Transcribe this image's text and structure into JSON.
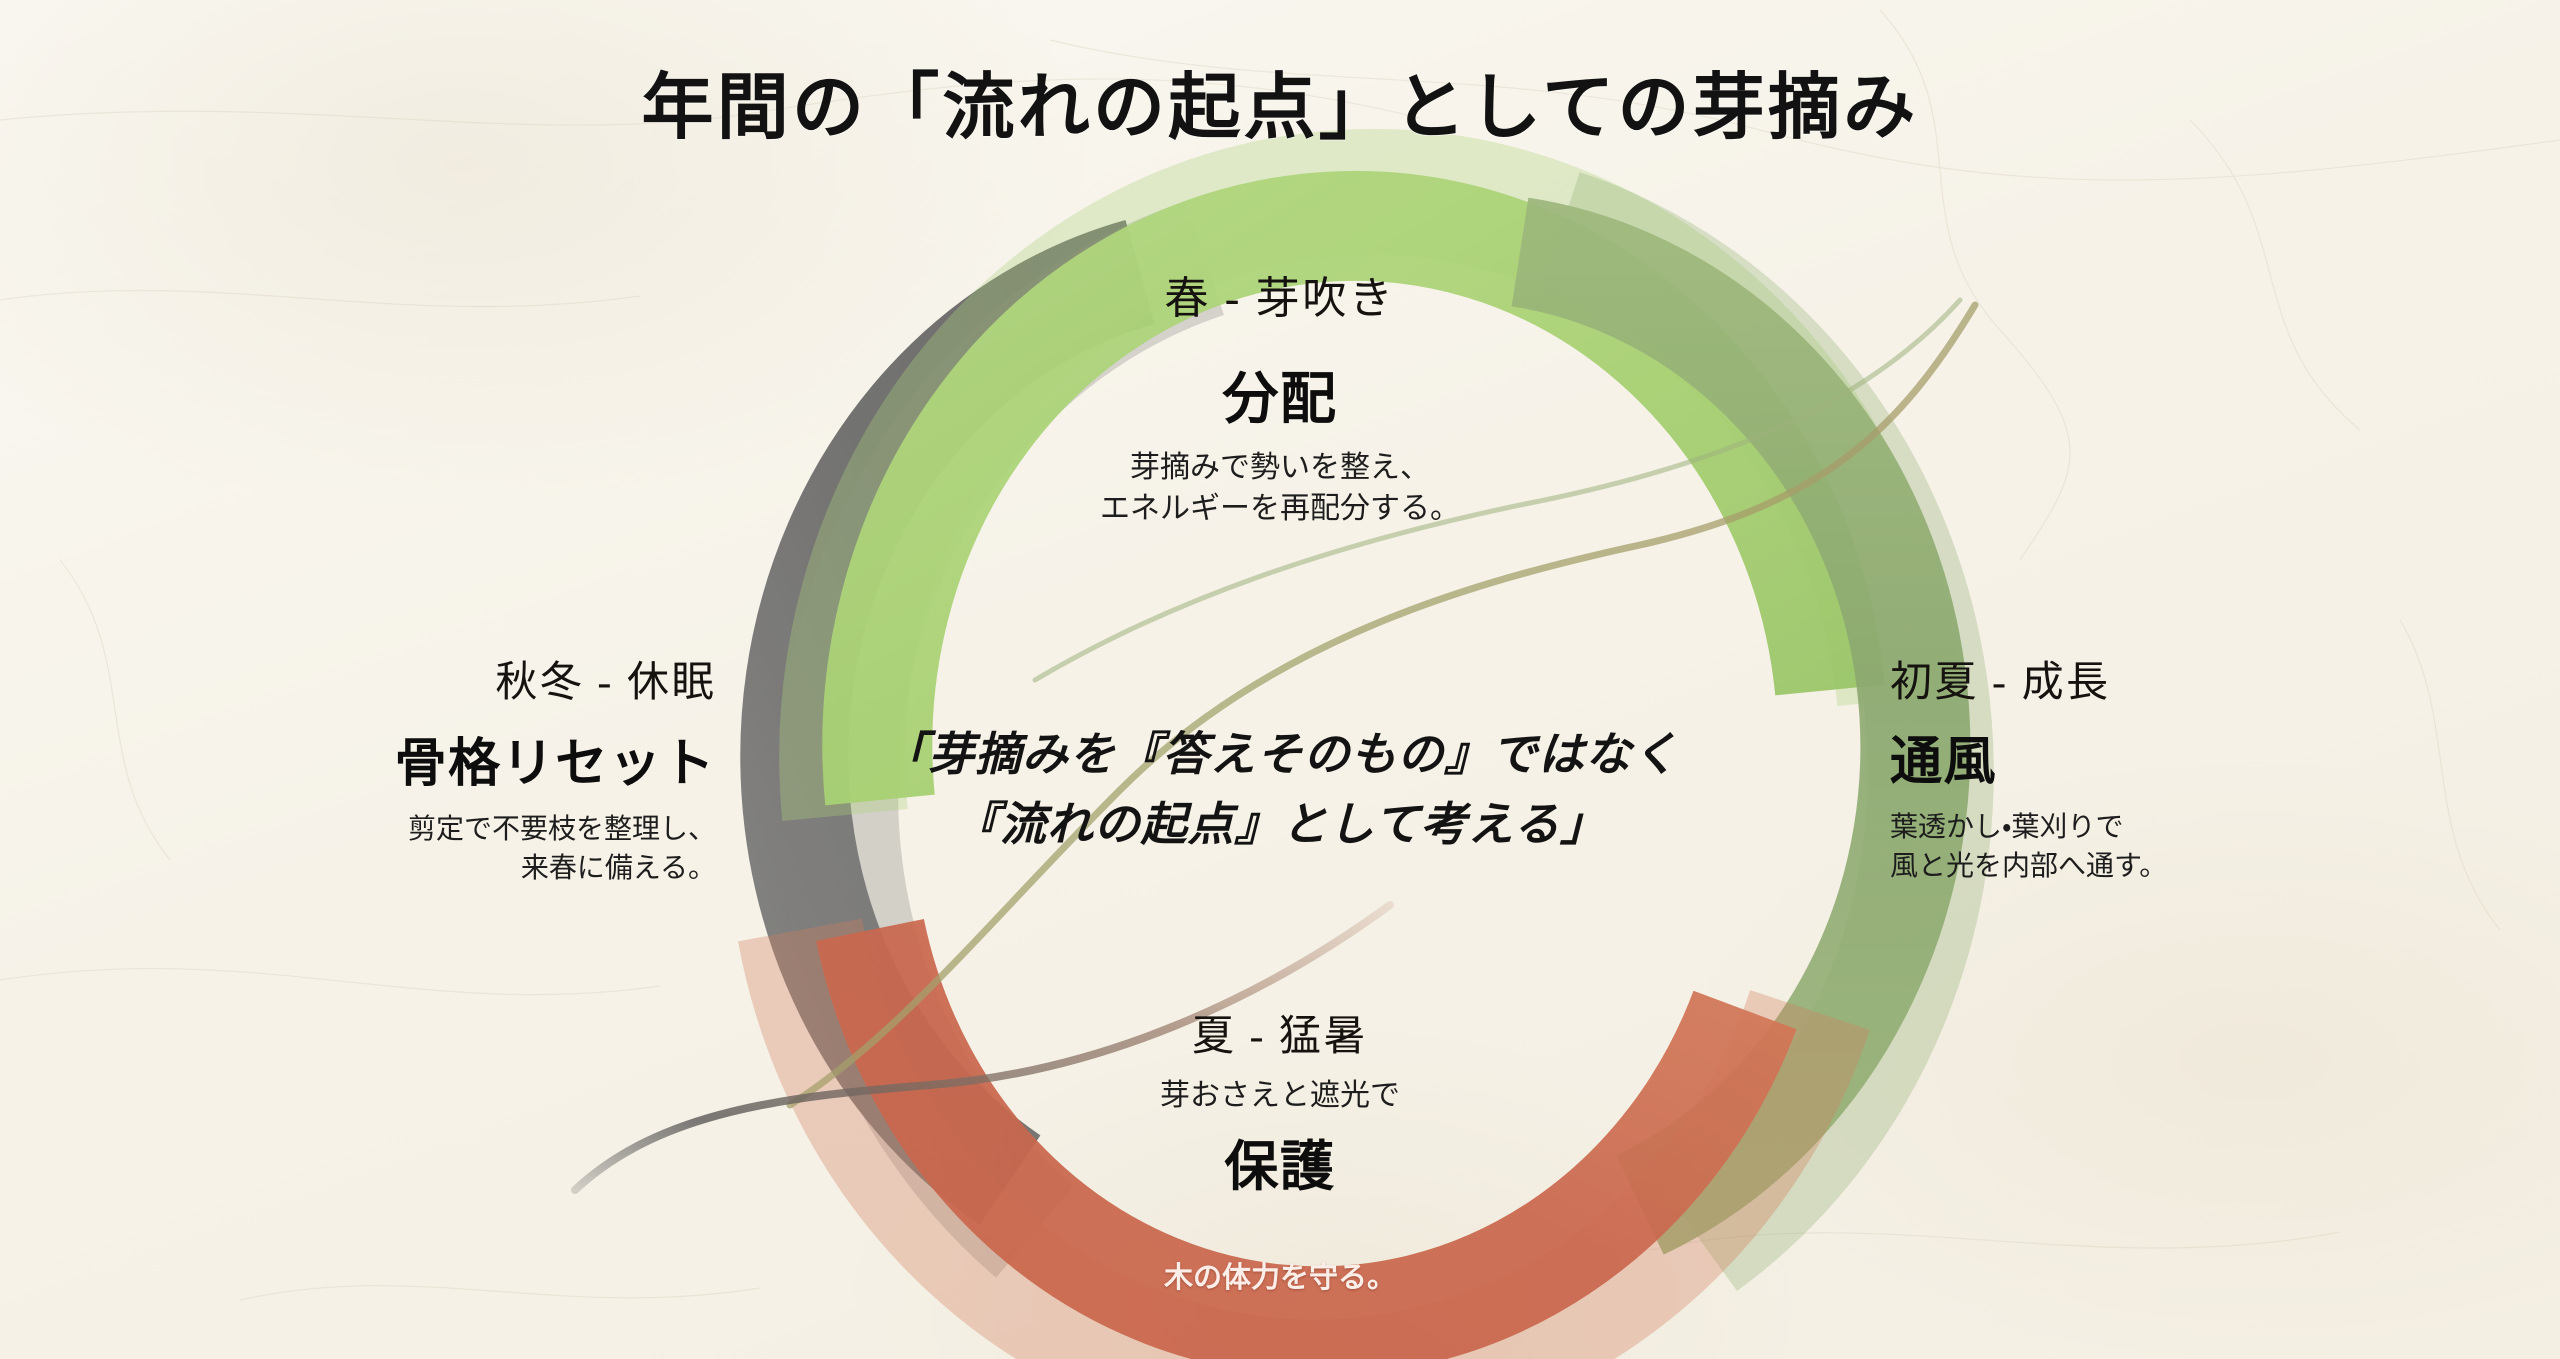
{
  "page": {
    "title": "年間の「流れの起点」としての芽摘み",
    "background_color": "#f6f2e8"
  },
  "center_quote": {
    "line1": "「芽摘みを『答えそのもの』ではなく",
    "line2": "『流れの起点』として考える」"
  },
  "ring_caption": "木の体力を守る。",
  "segments": {
    "spring": {
      "season": "春 - 芽吹き",
      "keyword": "分配",
      "desc_line1": "芽摘みで勢いを整え、",
      "desc_line2": "エネルギーを再配分する。",
      "color": "#9ccb61"
    },
    "early_summer": {
      "season": "初夏 - 成長",
      "keyword": "通風",
      "desc_line1": "葉透かし・葉刈りで",
      "desc_line2": "風と光を内部へ通す。",
      "color": "#7d9e5f"
    },
    "summer": {
      "season": "夏 - 猛暑",
      "desc_line1": "芽おさえと遮光で",
      "keyword": "保護",
      "color": "#c4553a"
    },
    "autumn_winter": {
      "season": "秋冬 - 休眠",
      "keyword": "骨格リセット",
      "desc_line1": "剪定で不要枝を整理し、",
      "desc_line2": "来春に備える。",
      "color": "#5a5a5a"
    }
  }
}
